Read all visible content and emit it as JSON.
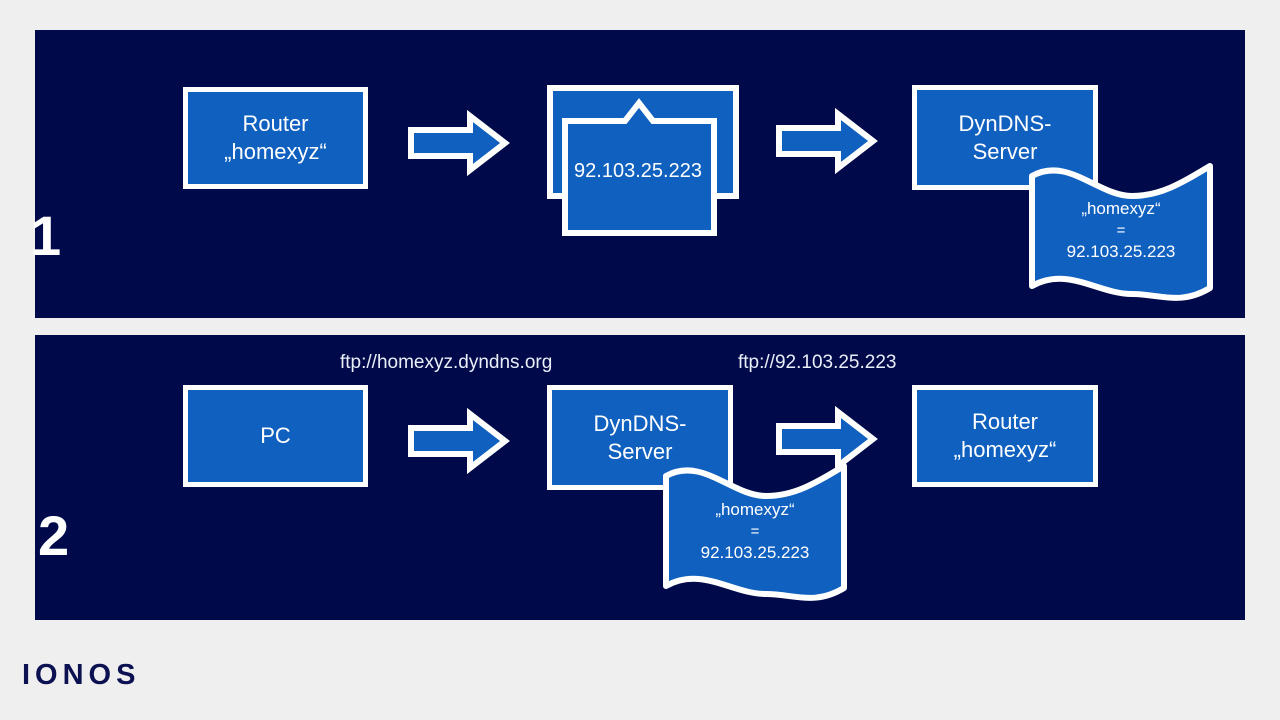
{
  "slide": {
    "background_color": "#efefef",
    "panel_color": "#000a4b",
    "shape_fill": "#1060bf",
    "outline_color": "#ffffff",
    "logo_color": "#0b1151"
  },
  "logo": {
    "text": "IONOS"
  },
  "steps": [
    {
      "number": "1"
    },
    {
      "number": "2"
    }
  ],
  "panel1": {
    "router_box": {
      "label": "Router\n„homexyz“"
    },
    "envelope": {
      "value": "92.103.25.223"
    },
    "dyndns_box": {
      "label": "DynDNS-\nServer"
    },
    "flag": {
      "line1": "„homexyz“",
      "line2": "=",
      "line3": "92.103.25.223"
    },
    "arrows": [
      {
        "name": "arrow-router-to-envelope"
      },
      {
        "name": "arrow-envelope-to-dyndns"
      }
    ]
  },
  "panel2": {
    "url_left": "ftp://homexyz.dyndns.org",
    "url_right": "ftp://92.103.25.223",
    "pc_box": {
      "label": "PC"
    },
    "dyndns_box": {
      "label": "DynDNS-\nServer"
    },
    "router_box": {
      "label": "Router\n„homexyz“"
    },
    "flag": {
      "line1": "„homexyz“",
      "line2": "=",
      "line3": "92.103.25.223"
    },
    "arrows": [
      {
        "name": "arrow-pc-to-dyndns"
      },
      {
        "name": "arrow-dyndns-to-router"
      }
    ]
  }
}
